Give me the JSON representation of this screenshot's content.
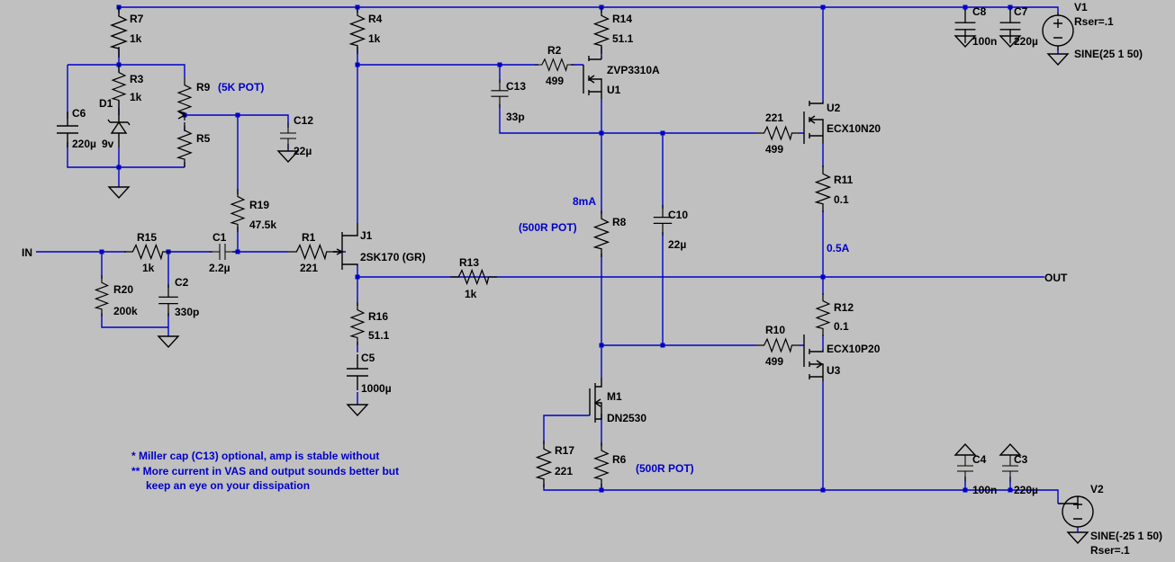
{
  "components": {
    "R7": {
      "ref": "R7",
      "val": "1k"
    },
    "R3": {
      "ref": "R3",
      "val": "1k"
    },
    "D1": {
      "ref": "D1",
      "val": "9v"
    },
    "C6": {
      "ref": "C6",
      "val": "220µ"
    },
    "R9": {
      "ref": "R9",
      "val": "(5K POT)"
    },
    "R5": {
      "ref": "R5",
      "val": ""
    },
    "C12": {
      "ref": "C12",
      "val": "22µ"
    },
    "R19": {
      "ref": "R19",
      "val": "47.5k"
    },
    "R4": {
      "ref": "R4",
      "val": "1k"
    },
    "R14": {
      "ref": "R14",
      "val": "51.1"
    },
    "R2": {
      "ref": "R2",
      "val": "499"
    },
    "U1": {
      "ref": "U1",
      "val": "ZVP3310A"
    },
    "C13": {
      "ref": "C13",
      "val": "33p"
    },
    "C8": {
      "ref": "C8",
      "val": "100n"
    },
    "C7": {
      "ref": "C7",
      "val": "220µ"
    },
    "V1": {
      "ref": "V1",
      "val": "SINE(25 1 50)",
      "extra": "Rser=.1"
    },
    "U2": {
      "ref": "U2",
      "val": "ECX10N20"
    },
    "R221a": {
      "ref": "221",
      "val": "499"
    },
    "R11": {
      "ref": "R11",
      "val": "0.1"
    },
    "R8": {
      "ref": "R8",
      "val": "(500R POT)"
    },
    "C10": {
      "ref": "C10",
      "val": "22µ"
    },
    "J1": {
      "ref": "J1",
      "val": "2SK170 (GR)"
    },
    "R1": {
      "ref": "R1",
      "val": "221"
    },
    "C1": {
      "ref": "C1",
      "val": "2.2µ"
    },
    "R15": {
      "ref": "R15",
      "val": "1k"
    },
    "R20": {
      "ref": "R20",
      "val": "200k"
    },
    "C2": {
      "ref": "C2",
      "val": "330p"
    },
    "R13": {
      "ref": "R13",
      "val": "1k"
    },
    "R16": {
      "ref": "R16",
      "val": "51.1"
    },
    "C5": {
      "ref": "C5",
      "val": "1000µ"
    },
    "R12": {
      "ref": "R12",
      "val": "0.1"
    },
    "R10": {
      "ref": "R10",
      "val": "499"
    },
    "U3": {
      "ref": "U3",
      "val": "ECX10P20"
    },
    "M1": {
      "ref": "M1",
      "val": "DN2530"
    },
    "R17": {
      "ref": "R17",
      "val": "221"
    },
    "R6": {
      "ref": "R6",
      "val": "(500R POT)"
    },
    "C4": {
      "ref": "C4",
      "val": "100n"
    },
    "C3": {
      "ref": "C3",
      "val": "220µ"
    },
    "V2": {
      "ref": "V2",
      "val": "SINE(-25 1 50)",
      "extra": "Rser=.1"
    }
  },
  "nets": {
    "in": "IN",
    "out": "OUT"
  },
  "annotations": {
    "vas_current": "8mA",
    "bias_current": "0.5A",
    "note1": "* Miller cap (C13) optional, amp is stable without",
    "note2": "** More current in VAS and output sounds better but",
    "note3": "keep an eye on your dissipation"
  },
  "colors": {
    "background": "#c0c0c0",
    "wire": "#0000c8",
    "component": "#000000",
    "annotation": "#0000c8"
  }
}
